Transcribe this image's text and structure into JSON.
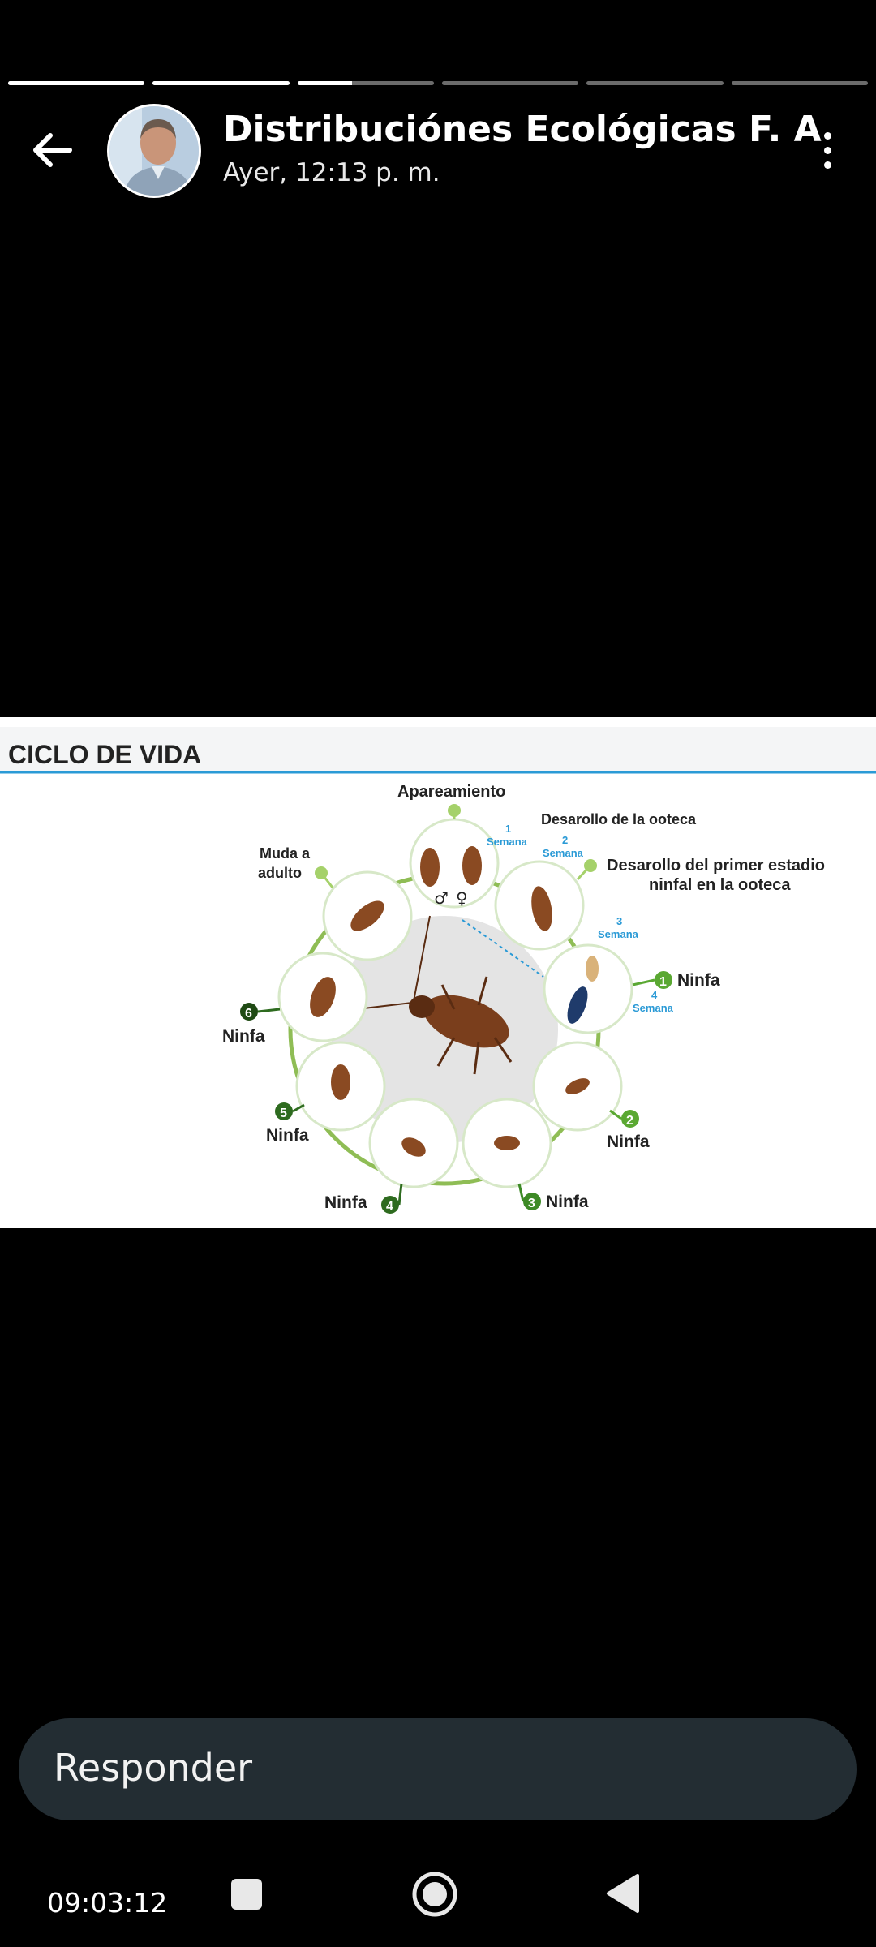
{
  "status": {
    "progress_segments": [
      1.0,
      1.0,
      0.4,
      0.0,
      0.0,
      0.0
    ]
  },
  "header": {
    "contact_name": "Distribuciónes Ecológicas F. A",
    "timestamp": "Ayer, 12:13 p. m."
  },
  "story": {
    "heading": "CICLO DE VIDA",
    "labels": {
      "apareamiento": "Apareamiento",
      "desarollo_ooteca": "Desarollo de la ooteca",
      "semana1_num": "1",
      "semana1": "Semana",
      "semana2_num": "2",
      "semana2": "Semana",
      "primer_estadio_1": "Desarollo del primer estadio",
      "primer_estadio_2": "ninfal en la ooteca",
      "semana3_num": "3",
      "semana3": "Semana",
      "semana4_num": "4",
      "semana4": "Semana",
      "muda_1": "Muda a",
      "muda_2": "adulto",
      "ninfa": "Ninfa",
      "n1": "1",
      "n2": "2",
      "n3": "3",
      "n4": "4",
      "n5": "5",
      "n6": "6",
      "male_symbol": "♂",
      "female_symbol": "♀"
    }
  },
  "reply": {
    "placeholder": "Responder"
  },
  "system": {
    "clock": "09:03:12"
  },
  "icons": {
    "back": "arrow-left-icon",
    "menu": "more-vert-icon",
    "nav_recents": "square-icon",
    "nav_home": "circle-icon",
    "nav_back": "triangle-back-icon"
  },
  "colors": {
    "accent_green": "#7bb13c",
    "dark_green": "#2e6b1f",
    "blue": "#2a9ad6",
    "reply_bg": "#232d33"
  }
}
